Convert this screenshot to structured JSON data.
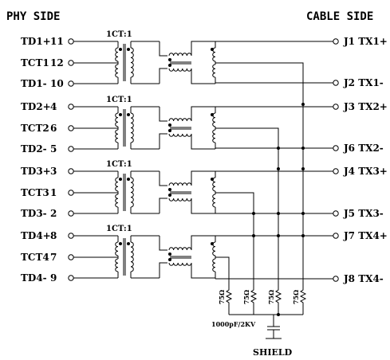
{
  "headers": {
    "phy_side": "PHY SIDE",
    "cable_side": "CABLE SIDE"
  },
  "channels": [
    {
      "ratio": "1CT:1",
      "phy": [
        {
          "name": "TD1+",
          "pin": "11"
        },
        {
          "name": "TCT1",
          "pin": "12"
        },
        {
          "name": "TD1-",
          "pin": "10"
        }
      ],
      "cable": [
        {
          "name": "J1 TX1+"
        },
        {
          "name": "J2 TX1-"
        }
      ]
    },
    {
      "ratio": "1CT:1",
      "phy": [
        {
          "name": "TD2+",
          "pin": "4"
        },
        {
          "name": "TCT2",
          "pin": "6"
        },
        {
          "name": "TD2-",
          "pin": "5"
        }
      ],
      "cable": [
        {
          "name": "J3 TX2+"
        },
        {
          "name": "J6 TX2-"
        }
      ]
    },
    {
      "ratio": "1CT:1",
      "phy": [
        {
          "name": "TD3+",
          "pin": "3"
        },
        {
          "name": "TCT3",
          "pin": "1"
        },
        {
          "name": "TD3-",
          "pin": "2"
        }
      ],
      "cable": [
        {
          "name": "J4 TX3+"
        },
        {
          "name": "J5 TX3-"
        }
      ]
    },
    {
      "ratio": "1CT:1",
      "phy": [
        {
          "name": "TD4+",
          "pin": "8"
        },
        {
          "name": "TCT4",
          "pin": "7"
        },
        {
          "name": "TD4-",
          "pin": "9"
        }
      ],
      "cable": [
        {
          "name": "J7 TX4+"
        },
        {
          "name": "J8 TX4-"
        }
      ]
    }
  ],
  "resistors": [
    "75Ω",
    "75Ω",
    "75Ω",
    "75Ω"
  ],
  "capacitor": "1000pF/2KV",
  "shield": "SHIELD"
}
